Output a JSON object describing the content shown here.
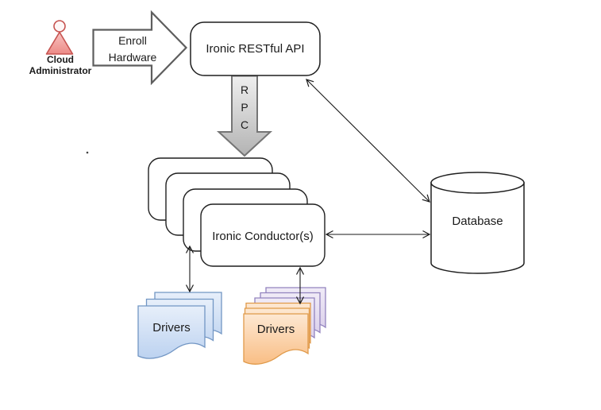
{
  "actor": {
    "label": "Cloud Administrator"
  },
  "enroll": {
    "label": "Enroll Hardware"
  },
  "api": {
    "label": "Ironic RESTful API"
  },
  "rpc": {
    "letters": [
      "R",
      "P",
      "C"
    ]
  },
  "conductors": {
    "label": "Ironic Conductor(s)"
  },
  "database": {
    "label": "Database"
  },
  "drivers_left": {
    "label": "Drivers"
  },
  "drivers_right": {
    "label": "Drivers"
  },
  "colors": {
    "actor_stroke": "#C65350",
    "actor_fill": "#F2A3A0",
    "block_arrow_stroke": "#5E5E5E",
    "rpc_fill": "#D2D2D2",
    "shape_stroke": "#1F1F1F",
    "connector": "#1A1A1A",
    "drivers_blue_fill": "#CBDDF4",
    "drivers_blue_stroke": "#7296C4",
    "drivers_orange_fill": "#F9BE85",
    "drivers_orange_stroke": "#E09A4A",
    "drivers_purple_fill": "#D7CBE8",
    "drivers_purple_stroke": "#9283BE"
  }
}
